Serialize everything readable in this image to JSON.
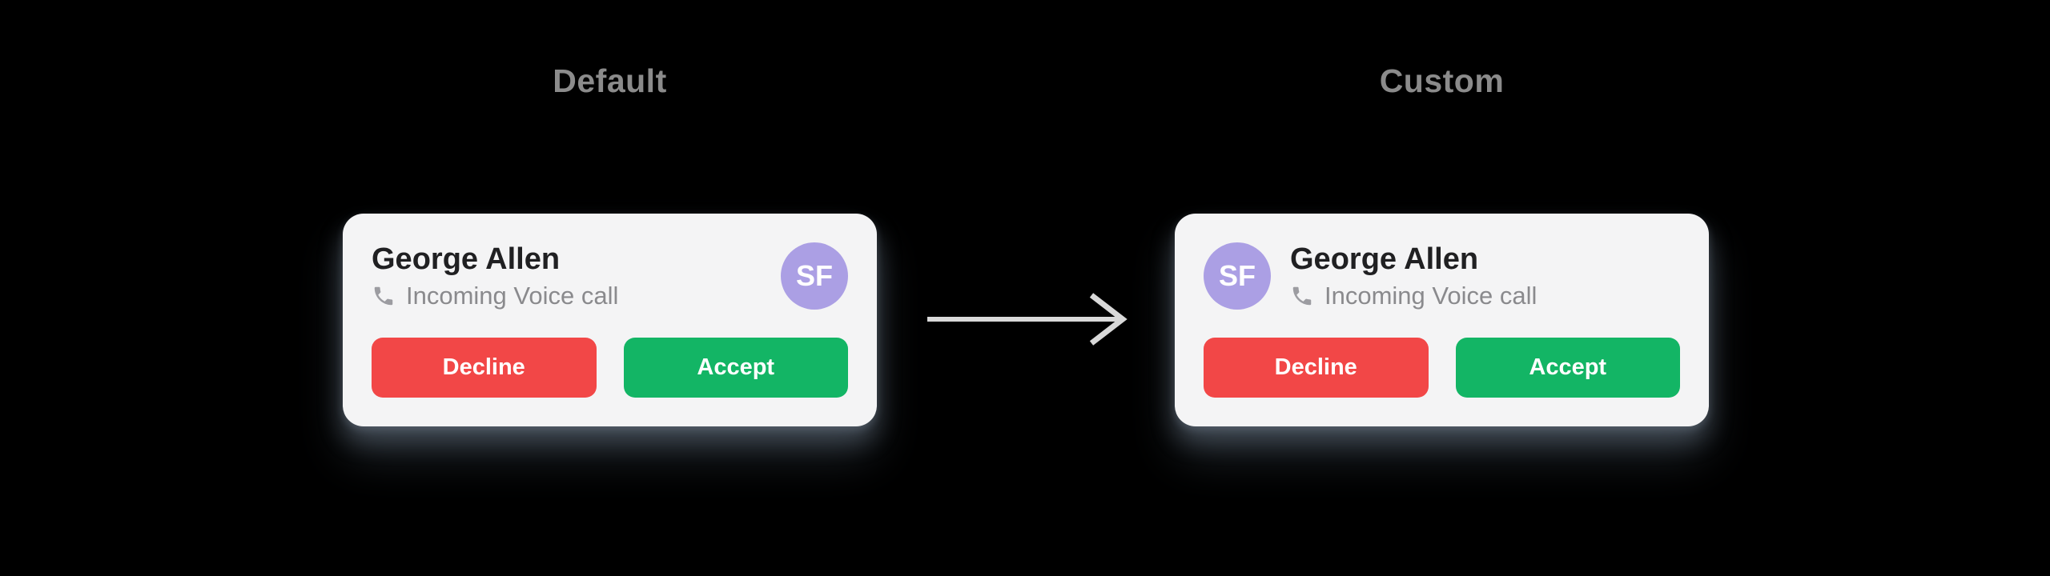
{
  "background_color": "#000000",
  "sections": [
    {
      "title": "Default",
      "variant": "default",
      "avatar_position": "right"
    },
    {
      "title": "Custom",
      "variant": "custom",
      "avatar_position": "left"
    }
  ],
  "card": {
    "caller_name": "George Allen",
    "call_type_label": "Incoming Voice call",
    "avatar_initials": "SF",
    "buttons": {
      "decline": "Decline",
      "accept": "Accept"
    }
  },
  "icons": {
    "call_type": "phone-icon",
    "between_cards": "right-arrow-icon"
  },
  "colors": {
    "background": "#000000",
    "title_text": "#8b8b8b",
    "card_bg": "#f4f4f5",
    "caller_text": "#202022",
    "subtitle_text": "#8a8a8d",
    "icon_gray": "#9c9ca1",
    "avatar_bg": "#ab9fe4",
    "decline": "#f24747",
    "accept": "#13b565",
    "arrow": "#d9d9d9"
  }
}
